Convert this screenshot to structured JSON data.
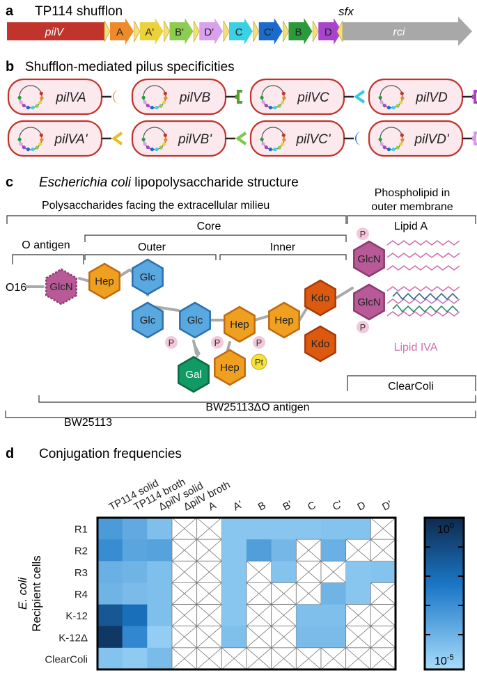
{
  "panels": {
    "a": {
      "letter": "a",
      "title": "TP114 shufflon"
    },
    "b": {
      "letter": "b",
      "title": "Shufflon-mediated pilus specificities"
    },
    "c": {
      "letter": "c",
      "title_italic": "Escherichia coli",
      "title_rest": " lipopolysaccharide structure"
    },
    "d": {
      "letter": "d",
      "title": "Conjugation frequencies"
    }
  },
  "shufflon": {
    "pilv": "pilV",
    "rci": "rci",
    "sfx": "sfx",
    "segments": [
      {
        "label": "A",
        "color": "#ee8a2a"
      },
      {
        "label": "A'",
        "color": "#ecd23a"
      },
      {
        "label": "B'",
        "color": "#8ccc50"
      },
      {
        "label": "D'",
        "color": "#d9a0ec"
      },
      {
        "label": "C",
        "color": "#3cd0e4"
      },
      {
        "label": "C'",
        "color": "#1a6ccc"
      },
      {
        "label": "B",
        "color": "#2a9a3a"
      },
      {
        "label": "D",
        "color": "#a844cc"
      }
    ]
  },
  "pilus_cells": [
    {
      "label": "pilVA",
      "tip": "#e8892a",
      "shape": "crescent"
    },
    {
      "label": "pilVB",
      "tip": "#5aa030",
      "shape": "bracket"
    },
    {
      "label": "pilVC",
      "tip": "#3cc8e4",
      "shape": "chevron"
    },
    {
      "label": "pilVD",
      "tip": "#b040c8",
      "shape": "bracket"
    },
    {
      "label": "pilVA'",
      "tip": "#e4c02a",
      "shape": "chevron"
    },
    {
      "label": "pilVB'",
      "tip": "#7cc84a",
      "shape": "chevron"
    },
    {
      "label": "pilVC'",
      "tip": "#1a5fc8",
      "shape": "crescent"
    },
    {
      "label": "pilVD'",
      "tip": "#d898ec",
      "shape": "bracket"
    }
  ],
  "lps": {
    "polysaccharides_label": "Polysaccharides facing the extracellular milieu",
    "phospholipid_label_1": "Phospholipid in",
    "phospholipid_label_2": "outer membrane",
    "core_label": "Core",
    "lipid_a_label": "Lipid A",
    "o_antigen_label": "O antigen",
    "outer_label": "Outer",
    "inner_label": "Inner",
    "o16_label": "O16",
    "lipid_iva_label": "Lipid IVA",
    "clearcoli_label": "ClearColi",
    "bw_delta_label": "BW25113ΔO antigen",
    "bw_label": "BW25113",
    "sugars": {
      "glcn_o": "GlcN",
      "hep1": "Hep",
      "glc_top": "Glc",
      "glc_mid1": "Glc",
      "glc_mid2": "Glc",
      "gal": "Gal",
      "hep2": "Hep",
      "hep3": "Hep",
      "hep4": "Hep",
      "kdo1": "Kdo",
      "kdo2": "Kdo",
      "glcn_top": "GlcN",
      "glcn_bot": "GlcN"
    },
    "phosphate": "P",
    "pt": "Pt"
  },
  "chart_data": {
    "type": "heatmap",
    "title": "Conjugation frequencies",
    "columns": [
      "TP114 solid",
      "TP114 broth",
      "ΔpilV solid",
      "ΔpilV broth",
      "A",
      "A'",
      "B",
      "B'",
      "C",
      "C'",
      "D",
      "D'"
    ],
    "rows": [
      "R1",
      "R2",
      "R3",
      "R4",
      "K-12",
      "K-12Δ",
      "ClearColi"
    ],
    "ylabel_italic": "E. coli",
    "ylabel": "Recipient cells",
    "colorbar_max_base": "10",
    "colorbar_max_exp": "0",
    "colorbar_min_base": "10",
    "colorbar_min_exp": "-5",
    "scale": "log10",
    "range": [
      -5,
      0
    ],
    "note": "null = not detected (crossed cell)",
    "values": [
      [
        -3.2,
        -3.6,
        -4.2,
        null,
        null,
        -4.4,
        -4.4,
        -4.4,
        -4.4,
        -4.3,
        -4.3,
        null
      ],
      [
        -2.8,
        -3.5,
        -3.4,
        null,
        null,
        -4.4,
        -3.3,
        -4.0,
        null,
        -3.8,
        null,
        null
      ],
      [
        -3.8,
        -3.9,
        -4.2,
        null,
        null,
        -4.4,
        null,
        -4.3,
        null,
        null,
        -4.4,
        -4.3
      ],
      [
        -3.9,
        -4.1,
        -4.2,
        null,
        null,
        -4.4,
        null,
        null,
        null,
        -3.9,
        -4.4,
        null
      ],
      [
        -1.3,
        -2.0,
        -4.2,
        null,
        null,
        -4.4,
        null,
        null,
        -4.2,
        -4.2,
        null,
        null
      ],
      [
        -0.4,
        -2.7,
        -4.6,
        null,
        null,
        -4.2,
        null,
        null,
        -4.1,
        -4.1,
        null,
        null
      ],
      [
        -4.3,
        -4.5,
        -4.1,
        null,
        null,
        null,
        null,
        null,
        null,
        null,
        null,
        null
      ]
    ]
  }
}
